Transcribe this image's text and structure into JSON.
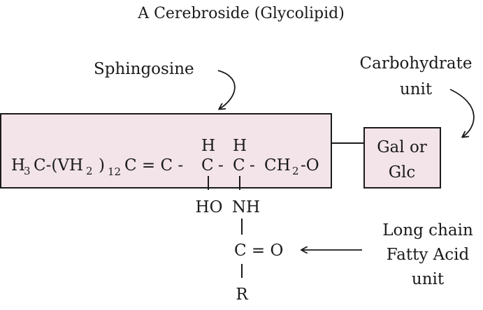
{
  "title": "A Cerebroside (Glycolipid)",
  "labels": {
    "sphingosine": "Sphingosine",
    "carbohydrate_line1": "Carbohydrate",
    "carbohydrate_line2": "unit",
    "fatty_line1": "Long chain",
    "fatty_line2": "Fatty Acid",
    "fatty_line3": "unit"
  },
  "sugar": {
    "line1": "Gal or",
    "line2": "Glc"
  },
  "formula": {
    "h": "H",
    "sub_3": "3",
    "c_vh": "C-(VH",
    "sub_2": "2",
    "paren": ")",
    "sub_12": "12",
    "chain": "C = C -",
    "c": "C",
    "dash": "-",
    "ch": "CH",
    "o_end": "-O",
    "h_top": "H",
    "ho": "HO",
    "nh": "NH"
  },
  "fatty_acid": {
    "carbonyl": "C = O",
    "r": "R"
  },
  "colors": {
    "box_fill": "#f3e4ea",
    "stroke": "#1a1a1a"
  }
}
